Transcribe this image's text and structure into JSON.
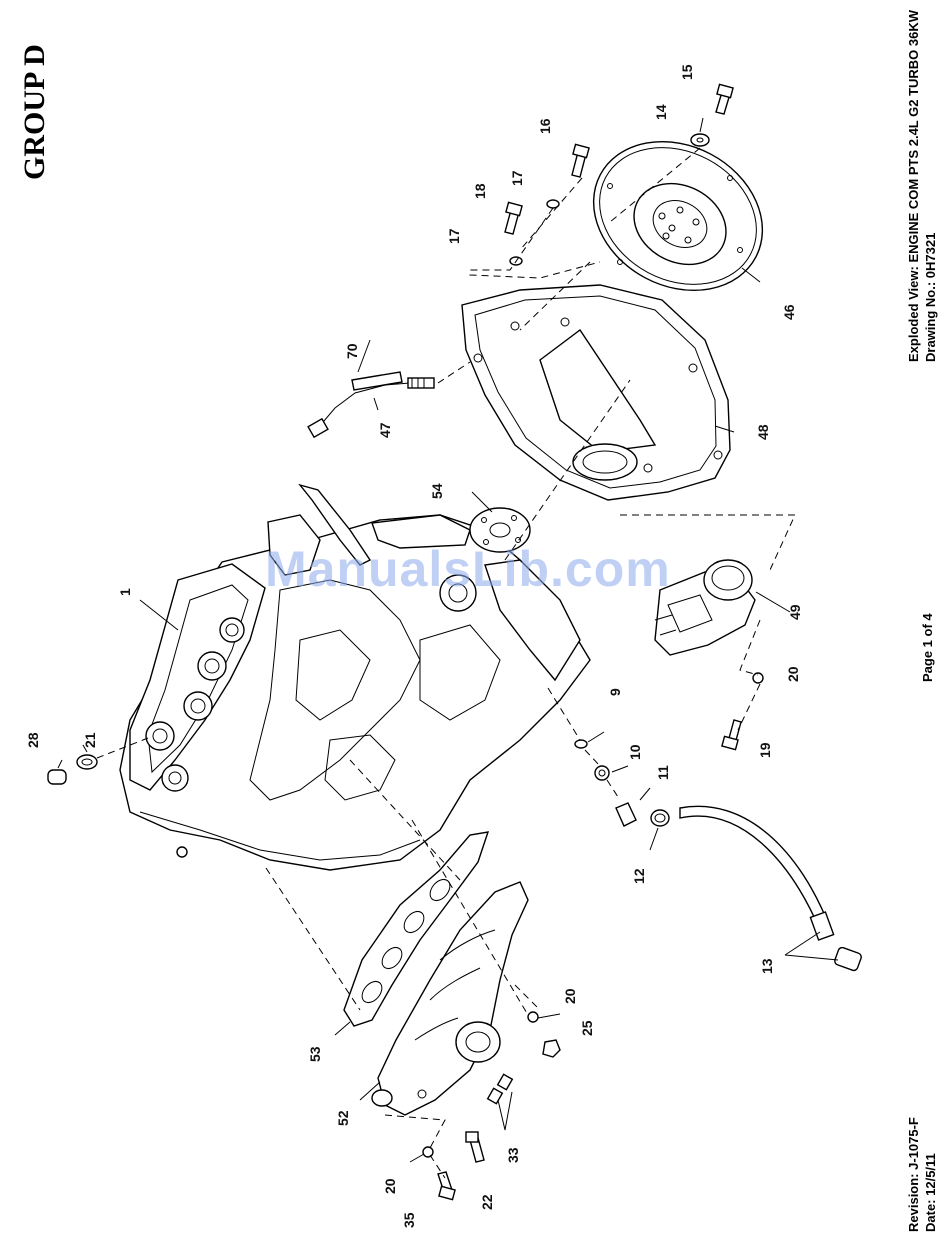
{
  "group_title": "GROUP D",
  "view_title": "Exploded View: ENGINE COM PTS 2.4L G2 TURBO 36KW",
  "drawing_no": "Drawing No.: 0H7321",
  "page": "Page 1 of 4",
  "revision": "Revision: J-1075-F",
  "date": "Date: 12/5/11",
  "watermark": "ManualsLib.com",
  "callouts": {
    "c1": "1",
    "c9": "9",
    "c10": "10",
    "c11": "11",
    "c12": "12",
    "c13": "13",
    "c14": "14",
    "c15": "15",
    "c16": "16",
    "c17a": "17",
    "c17b": "17",
    "c18": "18",
    "c19": "19",
    "c20a": "20",
    "c20b": "20",
    "c20c": "20",
    "c21": "21",
    "c22": "22",
    "c25": "25",
    "c28": "28",
    "c33": "33",
    "c35": "35",
    "c46": "46",
    "c47": "47",
    "c48": "48",
    "c49": "49",
    "c52": "52",
    "c53": "53",
    "c54": "54",
    "c70": "70"
  }
}
